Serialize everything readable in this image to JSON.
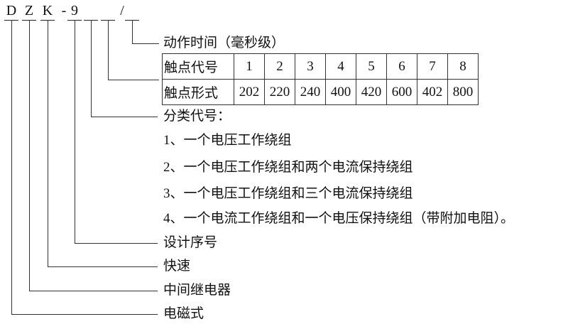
{
  "model_code": {
    "letters": [
      "D",
      "Z",
      "K",
      "-",
      "9",
      "/"
    ]
  },
  "action_time_label": "动作时间（毫秒级）",
  "contact_table": {
    "row1_header": "触点代号",
    "row1_values": [
      "1",
      "2",
      "3",
      "4",
      "5",
      "6",
      "7",
      "8"
    ],
    "row2_header": "触点形式",
    "row2_values": [
      "202",
      "220",
      "240",
      "400",
      "420",
      "600",
      "402",
      "800"
    ]
  },
  "classification": {
    "title": "分类代号：",
    "items": [
      "1、一个电压工作绕组",
      "2、一个电压工作绕组和两个电流保持绕组",
      "3、一个电压工作绕组和三个电流保持绕组",
      "4、一个电流工作绕组和一个电压保持绕组（带附加电阻）。"
    ]
  },
  "labels": {
    "design_number": "设计序号",
    "fast": "快速",
    "intermediate_relay": "中间继电器",
    "electromagnetic": "电磁式"
  }
}
